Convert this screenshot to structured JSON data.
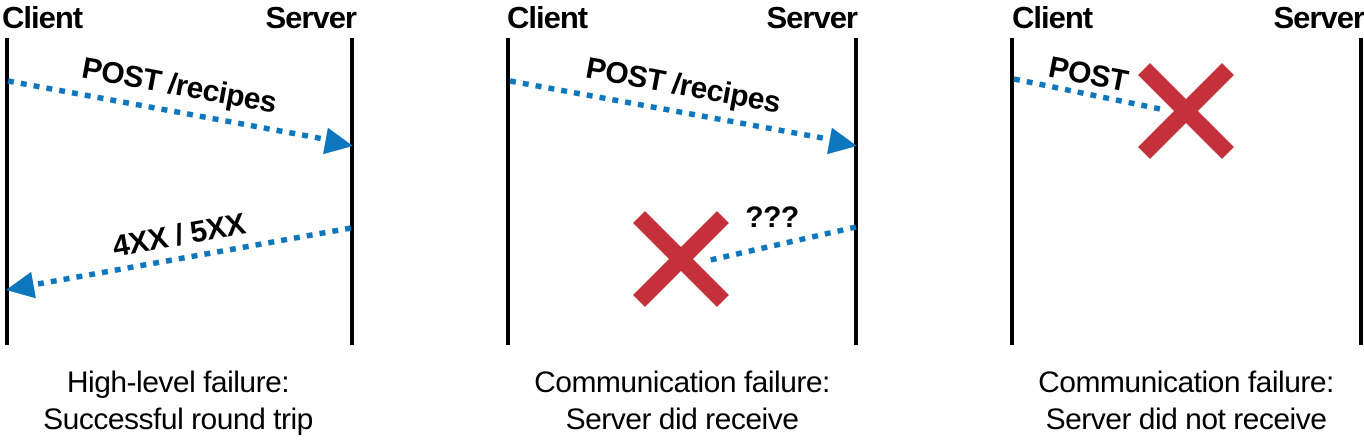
{
  "figure": {
    "colors": {
      "arrow_blue": "#0E76BC",
      "cross_red": "#C5313B",
      "lifeline_black": "#000000"
    },
    "panels": [
      {
        "client_label": "Client",
        "server_label": "Server",
        "request_label": "POST /recipes",
        "response_label": "4XX / 5XX",
        "caption_line1": "High-level failure:",
        "caption_line2": "Successful round trip"
      },
      {
        "client_label": "Client",
        "server_label": "Server",
        "request_label": "POST /recipes",
        "response_label": "???",
        "caption_line1": "Communication failure:",
        "caption_line2": "Server did receive"
      },
      {
        "client_label": "Client",
        "server_label": "Server",
        "request_label": "POST",
        "caption_line1": "Communication failure:",
        "caption_line2": "Server did not receive"
      }
    ]
  }
}
